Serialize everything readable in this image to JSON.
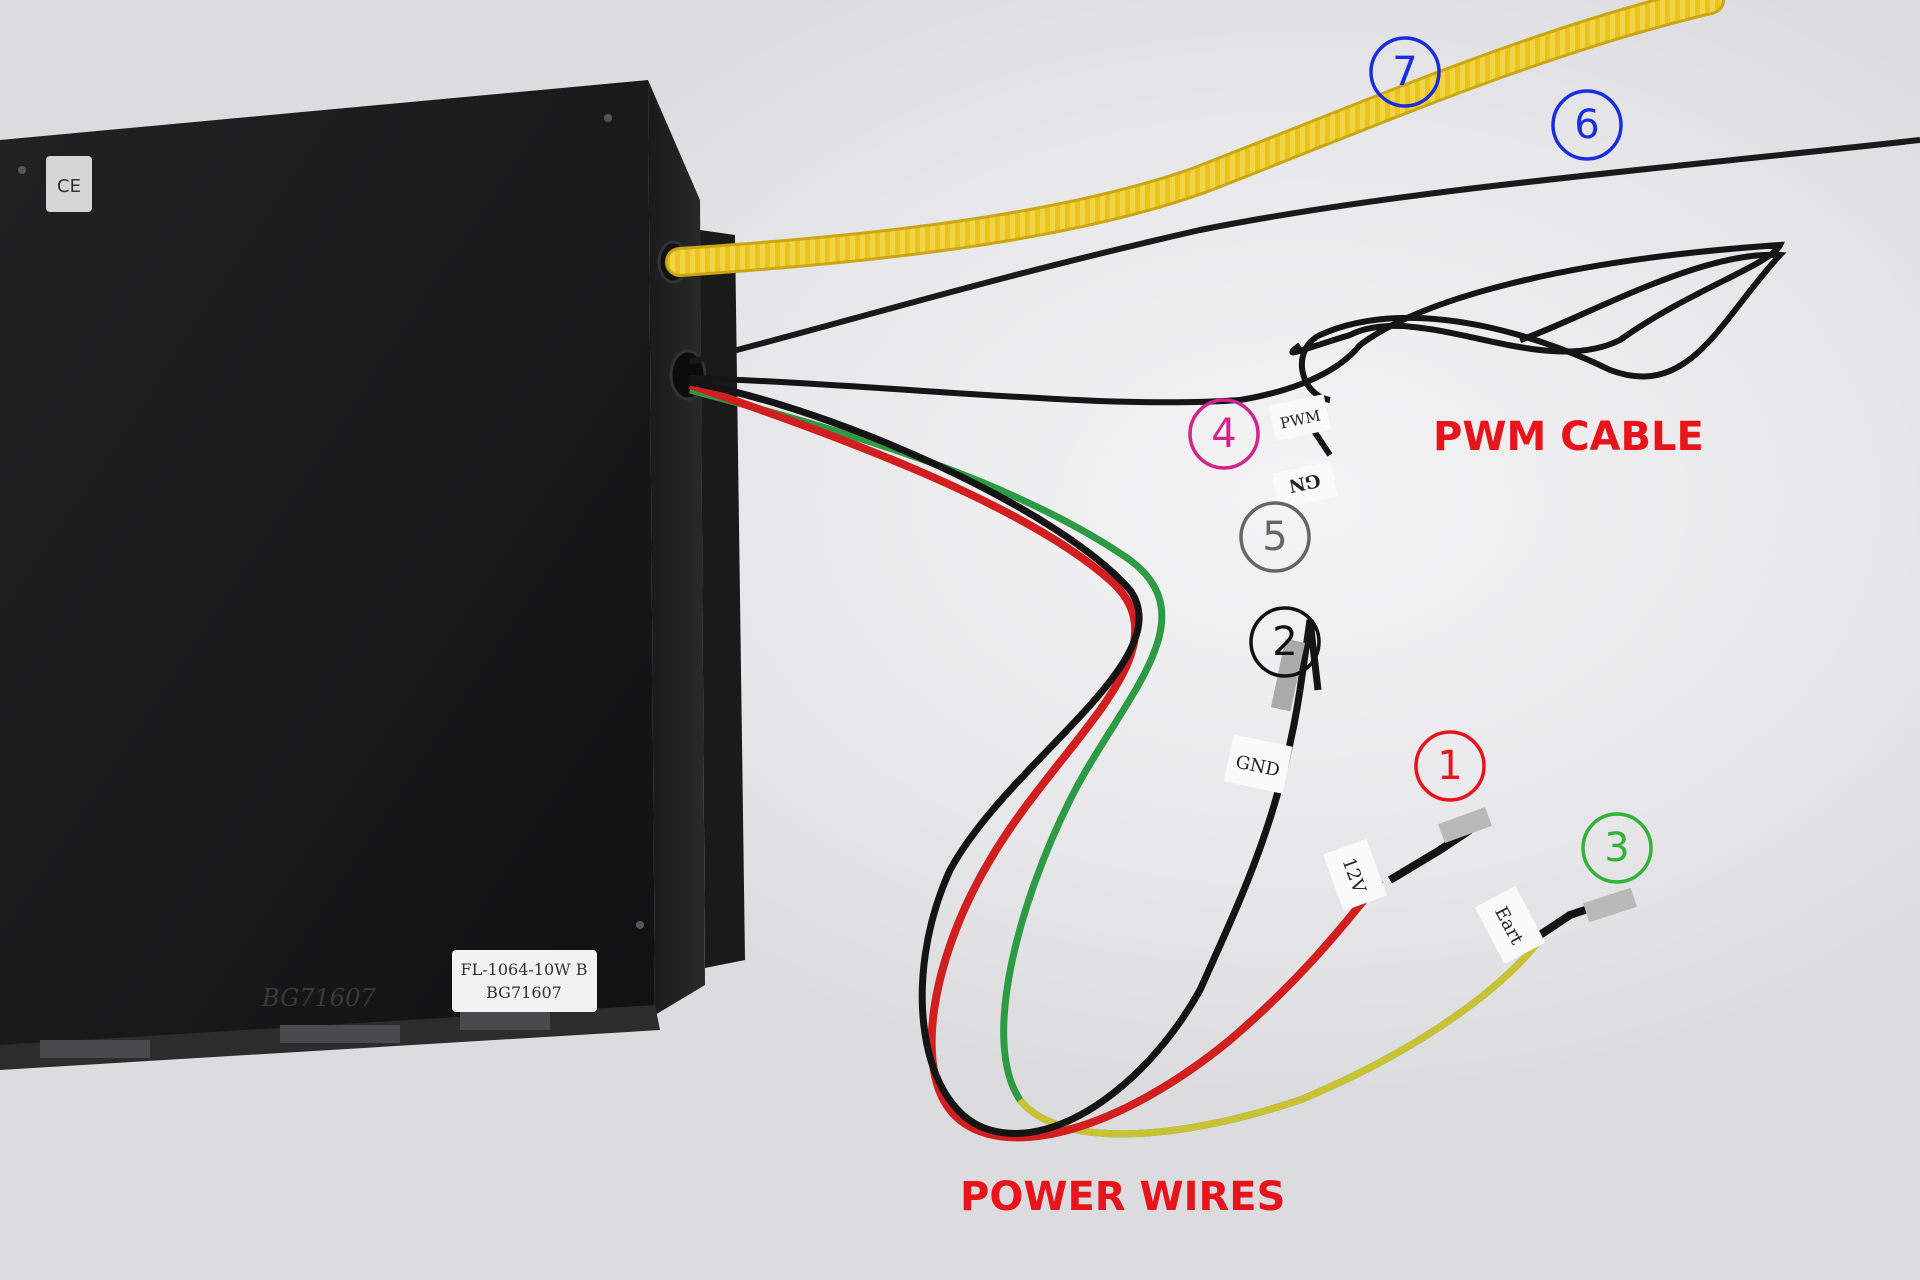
{
  "labels": {
    "pwm_cable": "PWM CABLE",
    "power_wires": "POWER WIRES"
  },
  "callouts": [
    {
      "num": "1",
      "color": "#e8141c"
    },
    {
      "num": "2",
      "color": "#111111"
    },
    {
      "num": "3",
      "color": "#33b23a"
    },
    {
      "num": "4",
      "color": "#d0248f"
    },
    {
      "num": "5",
      "color": "#666666"
    },
    {
      "num": "6",
      "color": "#1a2ee0"
    },
    {
      "num": "7",
      "color": "#1a2ee0"
    }
  ],
  "wire_tags": {
    "pwm": "PWM",
    "gnd_pwm": "GN",
    "gnd_power": "GND",
    "v12": "12V",
    "earth": "Eart"
  },
  "device": {
    "ce_mark": "CE",
    "model_line1": "FL-1064-10W B",
    "model_line2": "BG71607",
    "embossed_serial": "BG71607"
  },
  "colors": {
    "label_red": "#e8141c",
    "device_body": "#1b1b1c",
    "fiber_yellow": "#e9c51e"
  }
}
